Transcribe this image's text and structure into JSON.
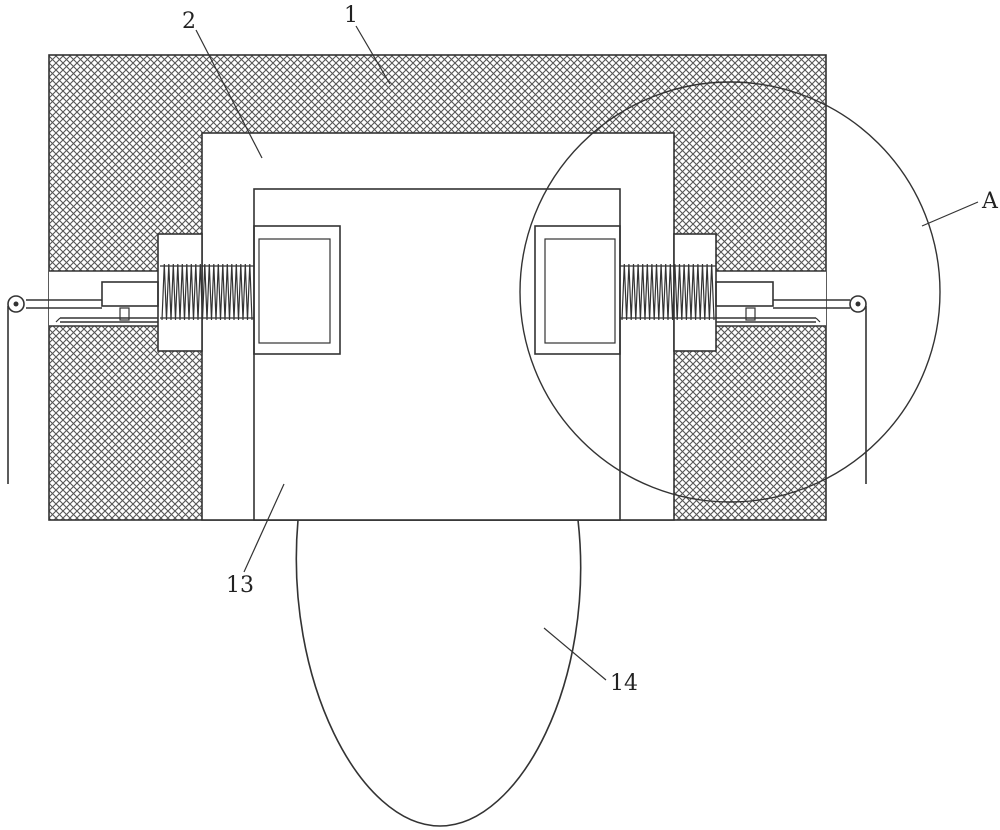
{
  "labels": {
    "housing": "1",
    "inner_frame": "2",
    "center_block": "13",
    "bottom_loop": "14",
    "detail_view": "A"
  },
  "colors": {
    "line": "#333333",
    "hatch": "#555555",
    "fill": "#ffffff"
  }
}
